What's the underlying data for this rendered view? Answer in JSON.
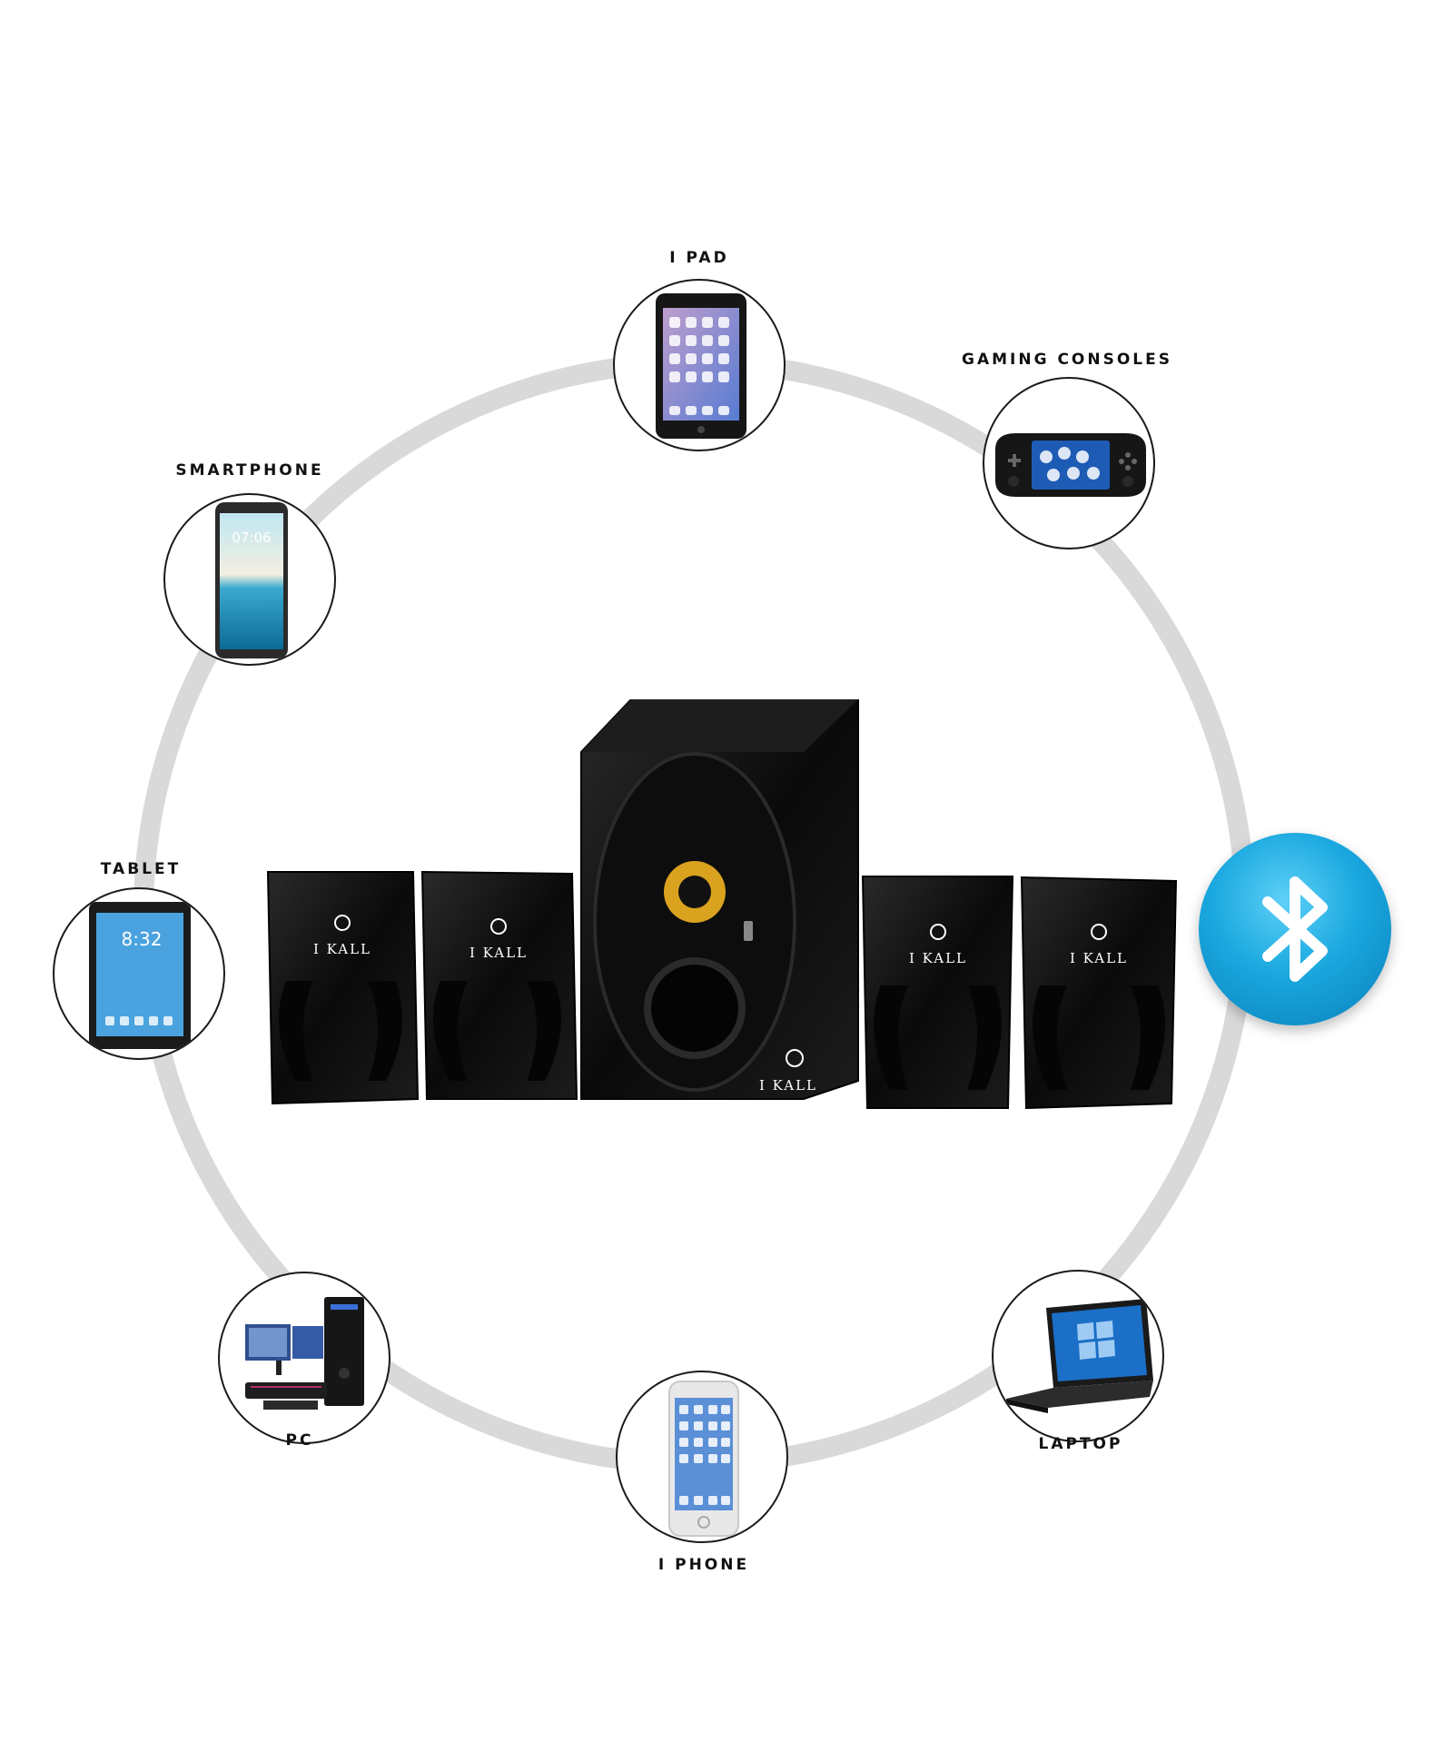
{
  "devices": [
    {
      "id": "ipad",
      "label": "I PAD",
      "icon": "ipad-icon"
    },
    {
      "id": "gaming-consoles",
      "label": "GAMING CONSOLES",
      "icon": "gaming-console-icon"
    },
    {
      "id": "smartphone",
      "label": "SMARTPHONE",
      "icon": "smartphone-icon"
    },
    {
      "id": "tablet",
      "label": "TABLET",
      "icon": "tablet-icon"
    },
    {
      "id": "pc",
      "label": "PC",
      "icon": "pc-icon"
    },
    {
      "id": "iphone",
      "label": "I PHONE",
      "icon": "iphone-icon"
    },
    {
      "id": "laptop",
      "label": "LAPTOP",
      "icon": "laptop-icon"
    }
  ],
  "screens": {
    "smartphone_time": "07:06",
    "tablet_time": "8:32"
  },
  "speaker": {
    "brand": "I KALL"
  },
  "bluetooth": {
    "icon": "bluetooth-icon"
  },
  "colors": {
    "ring": "#d9d9d9",
    "bluetooth": "#1aa8df",
    "speaker": "#0b0b0b",
    "accent_gold": "#d9a21f"
  }
}
